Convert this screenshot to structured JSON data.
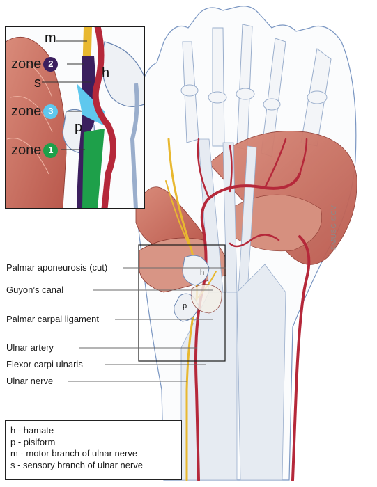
{
  "inset": {
    "labels": {
      "m": "m",
      "s": "s",
      "h": "h",
      "p": "p"
    },
    "zones": [
      {
        "word": "zone",
        "number": "2",
        "color": "#3b1f5e"
      },
      {
        "word": "zone",
        "number": "3",
        "color": "#5fc8ee"
      },
      {
        "word": "zone",
        "number": "1",
        "color": "#1ea04a"
      }
    ]
  },
  "callouts": [
    "Palmar aponeurosis (cut)",
    "Guyon’s canal",
    "Palmar carpal ligament",
    "Ulnar artery",
    "Flexor carpi ulnaris",
    "Ulnar nerve"
  ],
  "map_letters": {
    "h": "h",
    "p": "p"
  },
  "legend": [
    "h - hamate",
    "p - pisiform",
    "m - motor branch of ulnar nerve",
    "s - sensory branch of ulnar nerve"
  ],
  "credit": "©MUSC  ©CV",
  "colors": {
    "muscle": "#c97063",
    "muscle_light": "#dfa090",
    "artery": "#b5283a",
    "nerve": "#e8b830",
    "bone": "#eef1f5",
    "outline": "#4a6a9a",
    "tendon": "#e6ebf2"
  }
}
